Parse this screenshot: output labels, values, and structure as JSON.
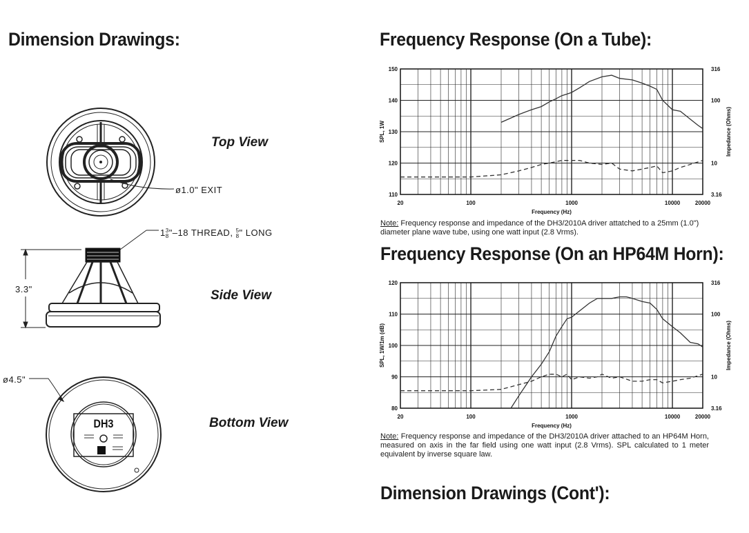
{
  "headings": {
    "dimension": "Dimension Drawings:",
    "fr_tube": "Frequency Response (On a Tube):",
    "fr_horn": "Frequency Response (On an HP64M Horn):",
    "dimension_cont": "Dimension Drawings (Cont'):"
  },
  "views": {
    "top": "Top View",
    "side": "Side View",
    "bottom": "Bottom View"
  },
  "dimensions": {
    "exit": "ø1.0\" EXIT",
    "thread_main": "1",
    "thread_frac1_num": "3",
    "thread_frac1_den": "8",
    "thread_mid": "\"–18 THREAD,",
    "thread_frac2_num": "5",
    "thread_frac2_den": "8",
    "thread_end": "\" LONG",
    "height": "3.3\"",
    "diameter": "ø4.5\""
  },
  "badge": {
    "model": "DH3"
  },
  "notes": {
    "label": "Note:",
    "tube": " Frequency response and impedance of the DH3/2010A driver attatched to a 25mm (1.0\") diameter plane wave tube, using one watt input (2.8 Vrms).",
    "horn": " Frequency response and impedance of the DH3/2010A driver attached to an HP64M Horn, measured on axis in the far field using one watt input (2.8 Vrms). SPL calculated to 1 meter equivalent by inverse square law."
  },
  "chart_data": [
    {
      "type": "line",
      "xscale": "log",
      "xlim": [
        20,
        20000
      ],
      "ylim": [
        110,
        150
      ],
      "xlabel": "Frequency (Hz)",
      "ylabel": "SPL, 1W",
      "y2label": "Impedance (Ohms)",
      "y2scale": "log",
      "y2lim": [
        3.16,
        316
      ],
      "xticks": [
        "20",
        "100",
        "1000",
        "10000",
        "20000"
      ],
      "xtick_values": [
        20,
        100,
        1000,
        10000,
        20000
      ],
      "yticks": [
        "110",
        "120",
        "130",
        "140",
        "150"
      ],
      "ytick_values": [
        110,
        120,
        130,
        140,
        150
      ],
      "y2ticks": [
        "3.16",
        "10",
        "100",
        "316"
      ],
      "y2tick_values": [
        3.16,
        10,
        100,
        316
      ],
      "series": [
        {
          "style": "solid",
          "axis": "left",
          "x": [
            200,
            300,
            400,
            500,
            600,
            700,
            800,
            900,
            1000,
            1200,
            1500,
            2000,
            2500,
            3000,
            4000,
            5000,
            6000,
            7000,
            8000,
            10000,
            12000,
            15000,
            18000,
            20000
          ],
          "y": [
            133,
            135.5,
            137,
            138,
            139.5,
            140.5,
            141.5,
            142,
            142.5,
            144,
            146,
            147.5,
            148,
            147,
            146.5,
            145.5,
            144.5,
            143.5,
            140,
            137,
            136.5,
            134,
            132,
            131
          ]
        },
        {
          "style": "dashed",
          "axis": "right",
          "x": [
            20,
            50,
            100,
            200,
            300,
            400,
            500,
            600,
            700,
            800,
            900,
            1000,
            1200,
            1500,
            2000,
            2500,
            3000,
            4000,
            5000,
            6000,
            7000,
            8000,
            10000,
            12000,
            15000,
            20000
          ],
          "y": [
            6,
            6,
            6,
            6.5,
            7.5,
            8.5,
            9.5,
            10,
            10.5,
            11,
            11,
            11,
            11,
            10,
            9.5,
            10,
            8,
            7.5,
            8,
            8.5,
            9,
            7,
            7.5,
            8.5,
            9.5,
            11
          ]
        }
      ]
    },
    {
      "type": "line",
      "xscale": "log",
      "xlim": [
        20,
        20000
      ],
      "ylim": [
        80,
        120
      ],
      "xlabel": "Frequency (Hz)",
      "ylabel": "SPL, 1W/1m (dB)",
      "y2label": "Impedance (Ohms)",
      "y2scale": "log",
      "y2lim": [
        3.16,
        316
      ],
      "xticks": [
        "20",
        "100",
        "1000",
        "10000",
        "20000"
      ],
      "xtick_values": [
        20,
        100,
        1000,
        10000,
        20000
      ],
      "yticks": [
        "80",
        "90",
        "100",
        "110",
        "120"
      ],
      "ytick_values": [
        80,
        90,
        100,
        110,
        120
      ],
      "y2ticks": [
        "3.16",
        "10",
        "100",
        "316"
      ],
      "y2tick_values": [
        3.16,
        10,
        100,
        316
      ],
      "series": [
        {
          "style": "solid",
          "axis": "left",
          "x": [
            250,
            300,
            400,
            500,
            600,
            700,
            800,
            900,
            1000,
            1200,
            1500,
            1800,
            2000,
            2500,
            3000,
            3500,
            4000,
            5000,
            6000,
            7000,
            8000,
            10000,
            12000,
            15000,
            18000,
            20000
          ],
          "y": [
            80,
            84,
            90,
            94,
            98,
            103,
            106,
            108.5,
            109,
            111,
            113.5,
            115,
            115,
            115,
            115.5,
            115.5,
            115,
            114,
            113.5,
            111.5,
            108.5,
            106,
            104,
            101,
            100.5,
            99.5
          ]
        },
        {
          "style": "dashed",
          "axis": "right",
          "x": [
            20,
            50,
            100,
            200,
            300,
            400,
            500,
            600,
            700,
            800,
            900,
            1000,
            1200,
            1500,
            1800,
            2000,
            2500,
            3000,
            4000,
            5000,
            6000,
            7000,
            8000,
            10000,
            12000,
            15000,
            20000
          ],
          "y": [
            6,
            6,
            6,
            6.3,
            7.5,
            8.5,
            10,
            11,
            11,
            10,
            11,
            9,
            10,
            9.5,
            10,
            11,
            9.5,
            10,
            8.5,
            8.5,
            9,
            9,
            8,
            8.5,
            9,
            9.5,
            11
          ]
        }
      ]
    }
  ]
}
